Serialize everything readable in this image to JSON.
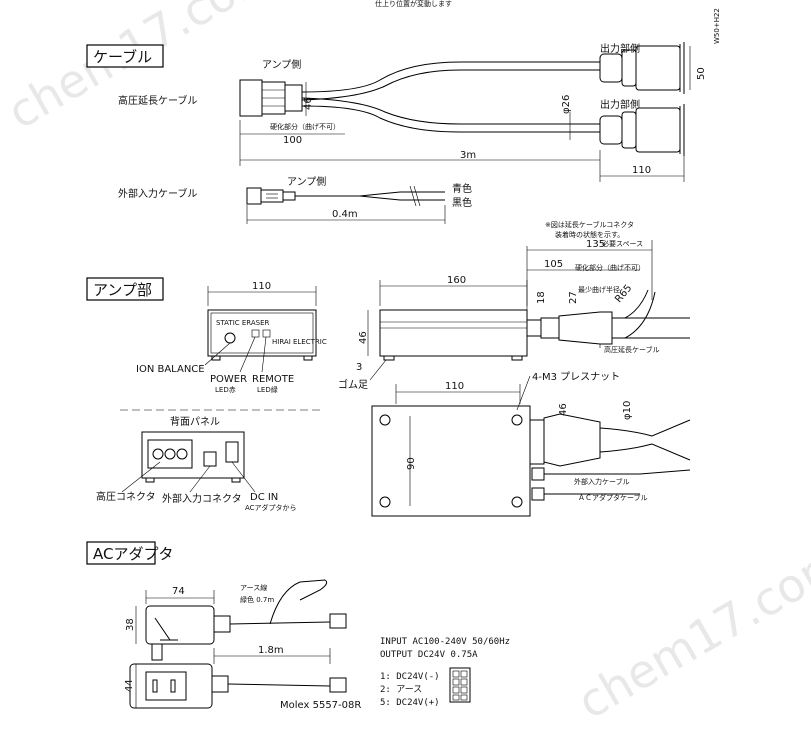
{
  "header": {
    "top_note": "仕上り位置が変動します"
  },
  "watermark": {
    "text": "chem17.com"
  },
  "sections": {
    "cable": "ケーブル",
    "amp": "アンプ部",
    "adapter": "ACアダプタ"
  },
  "cable": {
    "hv_cable_label": "高圧延長ケーブル",
    "amp_side": "アンプ側",
    "output_side_1": "出力部側",
    "output_side_2": "出力部側",
    "dim_46": "46",
    "dim_phi26": "φ26",
    "dim_50": "50",
    "dim_w50": "W50+H22",
    "rigid_note": "硬化部分（曲げ不可）",
    "dim_100": "100",
    "dim_3m": "3m",
    "dim_110": "110",
    "ext_cable_label": "外部入力ケーブル",
    "ext_amp_side": "アンプ側",
    "wire_blue": "青色",
    "wire_black": "黒色",
    "dim_04m": "0.4m"
  },
  "amp": {
    "front_width": "110",
    "front_panel_text": "STATIC ERASER",
    "brand_text": "HIRAI ELECTRIC",
    "ion_balance": "ION BALANCE",
    "power_label": "POWER",
    "power_led": "LED赤",
    "remote_label": "REMOTE",
    "remote_led": "LED緑",
    "back_panel_label": "背面パネル",
    "hv_connector": "高圧コネクタ",
    "ext_connector": "外部入力コネクタ",
    "dc_in": "DC IN",
    "dc_in_sub": "ACアダプタから",
    "side_note_1": "※図は延長ケーブルコネクタ",
    "side_note_2": "装着時の状態を示す。",
    "dim_135": "135",
    "space_note": "必要スペース",
    "dim_105": "105",
    "rigid_note": "硬化部分（曲げ不可）",
    "dim_160": "160",
    "dim_18": "18",
    "dim_27": "27",
    "min_bend": "最少曲げ半径",
    "dim_r65": "R65",
    "dim_46": "46",
    "dim_3": "3",
    "rubber_foot": "ゴム足",
    "hv_cable": "高圧延長ケーブル",
    "top_width": "110",
    "press_nut": "4-M3 プレスナット",
    "dim_46b": "46",
    "dim_phi10": "φ10",
    "dim_90": "90",
    "ext_cable": "外部入力ケーブル",
    "ac_cable": "ＡＣアダプタケーブル"
  },
  "adapter": {
    "dim_74": "74",
    "dim_38": "38",
    "dim_44": "44",
    "ground_wire": "アース線",
    "ground_color": "緑色 0.7m",
    "dim_18m": "1.8m",
    "molex": "Molex 5557-08R",
    "spec_input": "INPUT AC100-240V 50/60Hz",
    "spec_output": "OUTPUT DC24V 0.75A",
    "pin_1": "1: DC24V(-)",
    "pin_2": "2: アース",
    "pin_5": "5: DC24V(+)"
  }
}
